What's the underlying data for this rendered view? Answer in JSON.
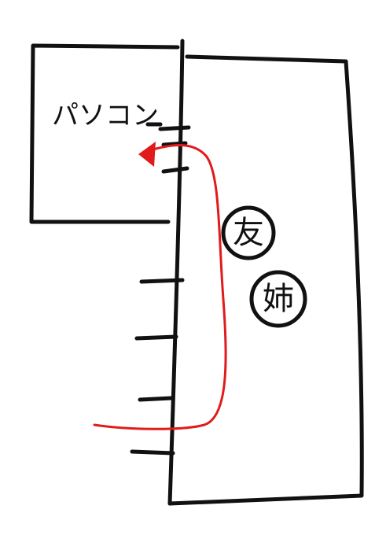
{
  "labels": {
    "computer": "パソコン",
    "friend": "友",
    "sister": "姉"
  },
  "colors": {
    "ink": "#111111",
    "path": "#e01b1b"
  }
}
